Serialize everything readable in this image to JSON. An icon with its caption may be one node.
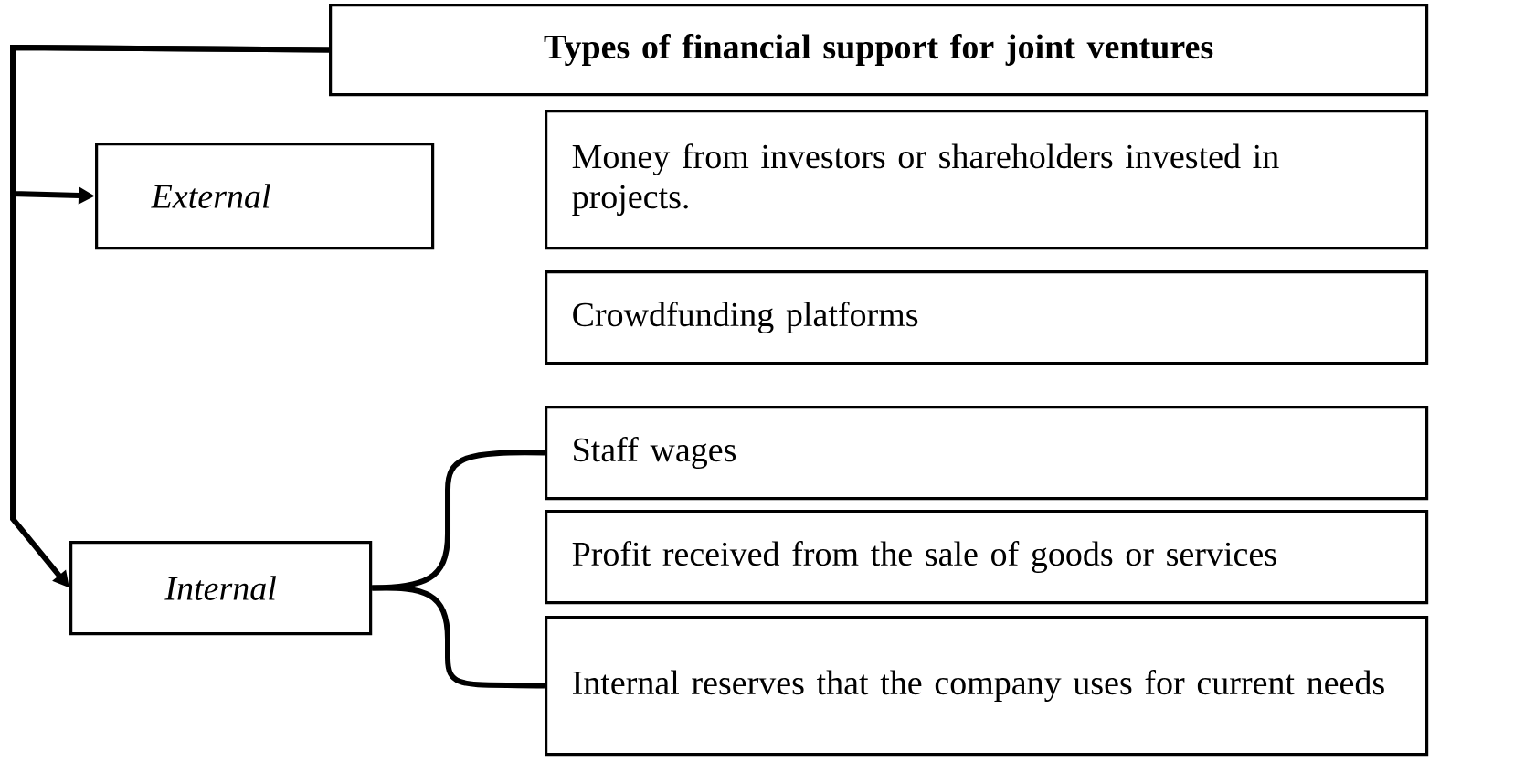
{
  "diagram": {
    "nodes": [
      {
        "text": [
          "Types of financial support for joint ventures"
        ]
      },
      {
        "text": [
          "*External*"
        ]
      },
      {
        "text": [
          "Money from investors or shareholders invested in projects."
        ]
      },
      {
        "text": [
          "Crowdfunding platforms"
        ]
      },
      {
        "text": [
          "*Internal*"
        ]
      },
      {
        "text": [
          "Staff wages"
        ]
      },
      {
        "text": [
          "Profit received from the sale of goods or services"
        ]
      },
      {
        "text": [
          "Internal reserves that the company uses for current needs"
        ]
      }
    ],
    "edges": [
      {
        "from": 0,
        "to": 1,
        "arrow": "to"
      },
      {
        "from": 0,
        "to": 4,
        "arrow": "to"
      },
      {
        "from": 4,
        "to": 5,
        "arrow": "none"
      },
      {
        "from": 4,
        "to": 7,
        "arrow": "none"
      }
    ]
  }
}
